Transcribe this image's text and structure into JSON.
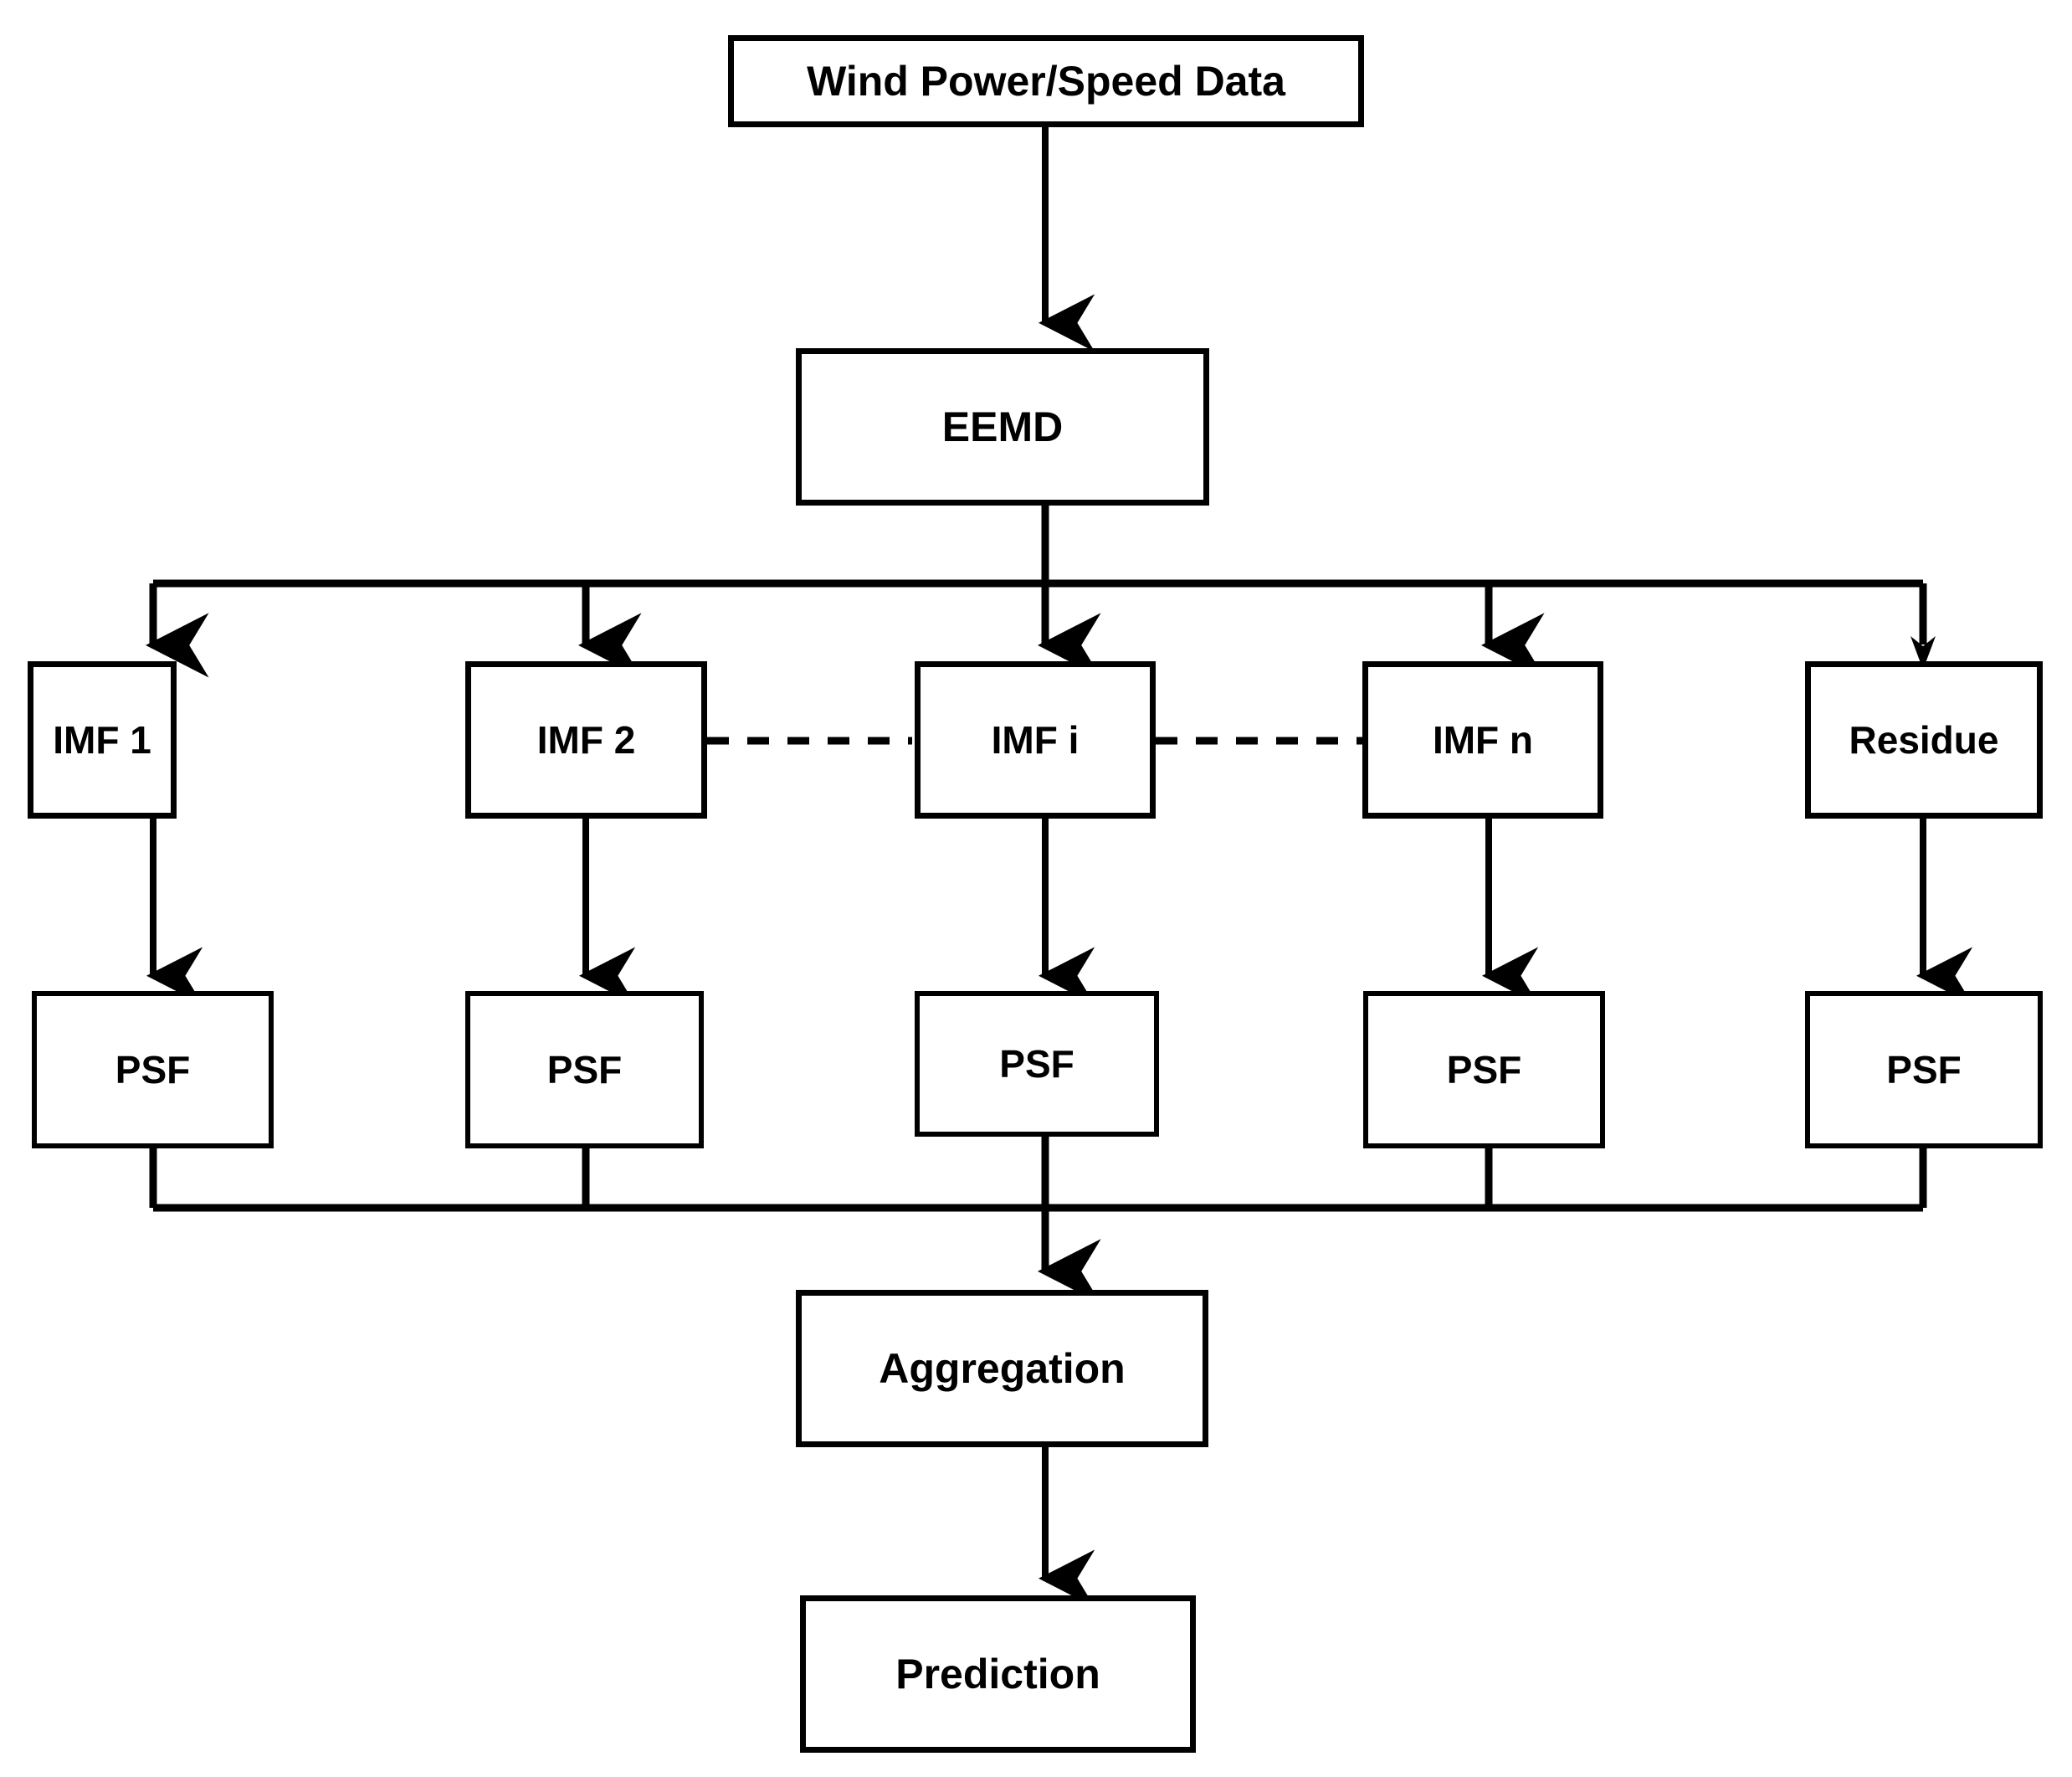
{
  "diagram": {
    "title": "EEMD-PSF wind power/speed forecasting flowchart",
    "orientation": "top-to-bottom",
    "stroke_color": "#000000",
    "fill_color": "#ffffff",
    "nodes": {
      "input": {
        "label": "Wind Power/Speed Data"
      },
      "decomposition": {
        "label": "EEMD"
      },
      "components": [
        {
          "label": "IMF 1"
        },
        {
          "label": "IMF 2"
        },
        {
          "label": "IMF i"
        },
        {
          "label": "IMF n"
        },
        {
          "label": "Residue"
        }
      ],
      "predictors": [
        {
          "label": "PSF"
        },
        {
          "label": "PSF"
        },
        {
          "label": "PSF"
        },
        {
          "label": "PSF"
        },
        {
          "label": "PSF"
        }
      ],
      "aggregation": {
        "label": "Aggregation"
      },
      "output": {
        "label": "Prediction"
      }
    },
    "connectors": {
      "input_to_eemd": {
        "style": "solid",
        "arrow": "down"
      },
      "eemd_to_components": {
        "style": "solid",
        "arrow": "down",
        "type": "fan-out-bus"
      },
      "components_to_predictors": {
        "style": "solid",
        "arrow": "down"
      },
      "predictors_to_aggregation": {
        "style": "solid",
        "arrow": "down",
        "type": "fan-in-bus"
      },
      "aggregation_to_prediction": {
        "style": "solid",
        "arrow": "down"
      },
      "imf2_to_imfi": {
        "style": "dashed",
        "arrow": "none"
      },
      "imfi_to_imfn": {
        "style": "dashed",
        "arrow": "none"
      }
    }
  }
}
